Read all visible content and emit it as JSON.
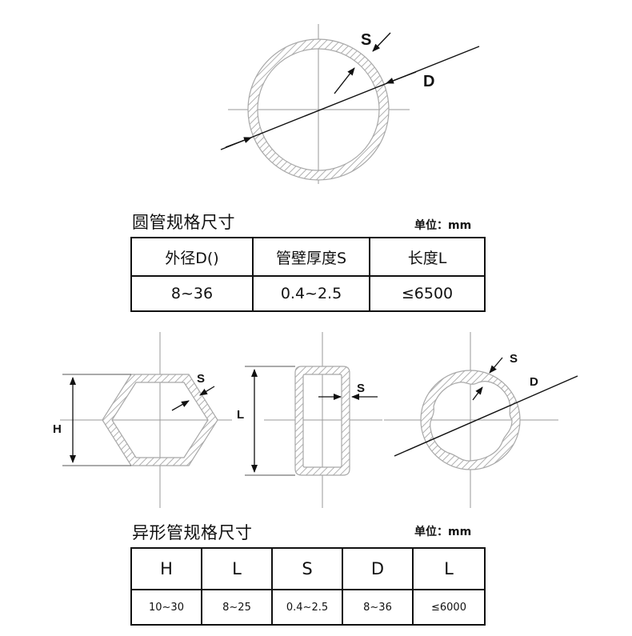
{
  "labels": {
    "top_s": "S",
    "top_d": "D",
    "hex_h": "H",
    "hex_s": "S",
    "rect_l": "L",
    "rect_s": "S",
    "irr_s": "S",
    "irr_d": "D"
  },
  "round_tube": {
    "title": "圆管规格尺寸",
    "unit": "单位：mm",
    "headers": [
      "外径D()",
      "管壁厚度S",
      "长度L"
    ],
    "values": [
      "8~36",
      "0.4~2.5",
      "≤6500"
    ]
  },
  "shaped_tube": {
    "title": "异形管规格尺寸",
    "unit": "单位：mm",
    "headers": [
      "H",
      "L",
      "S",
      "D",
      "L"
    ],
    "values": [
      "10~30",
      "8~25",
      "0.4~2.5",
      "8~36",
      "≤6000"
    ]
  }
}
